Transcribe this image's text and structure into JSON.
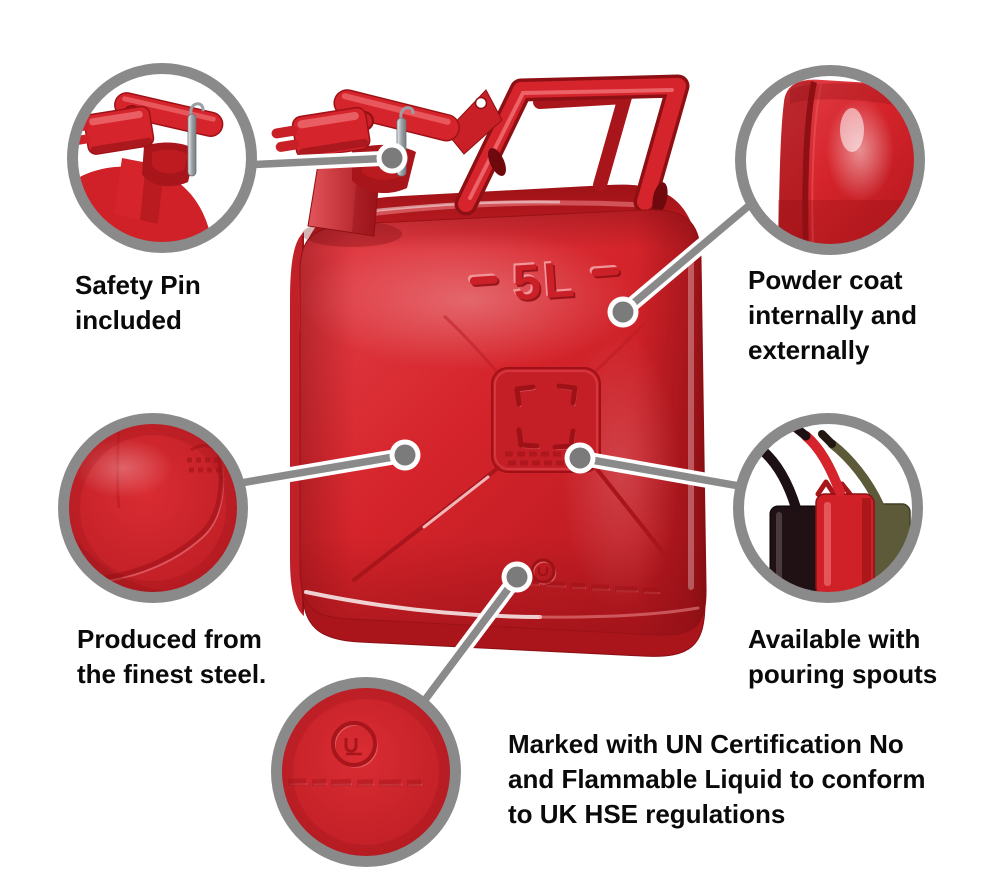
{
  "figure": {
    "background_color": "#ffffff",
    "subject": "Red 5 litre steel jerry can with feature callouts"
  },
  "can": {
    "capacity_marking": "5L",
    "body_color": "#d5242b",
    "shadow_color": "#8f1014"
  },
  "style": {
    "ring_color": "#8a8a8a",
    "leader_line_color": "#7b7b7b",
    "caption_color": "#0a0a0a"
  },
  "callouts": [
    {
      "id": "safety-pin",
      "image": "filler-cap-clasp-closeup",
      "lines": [
        "Safety Pin",
        "included"
      ]
    },
    {
      "id": "powder-coat",
      "image": "powder-coated-corner-closeup",
      "lines": [
        "Powder coat",
        "internally and",
        "externally"
      ]
    },
    {
      "id": "finest-steel",
      "image": "pressed-steel-panel-closeup",
      "lines": [
        "Produced from",
        "the finest steel."
      ]
    },
    {
      "id": "pouring-spouts",
      "image": "jerry-cans-with-pouring-spouts",
      "lines": [
        "Available with",
        "pouring spouts"
      ]
    },
    {
      "id": "un-certification",
      "image": "un-certification-embossing-closeup",
      "lines": [
        "Marked with UN Certification No",
        "and Flammable Liquid to conform",
        "to UK HSE regulations"
      ]
    }
  ]
}
